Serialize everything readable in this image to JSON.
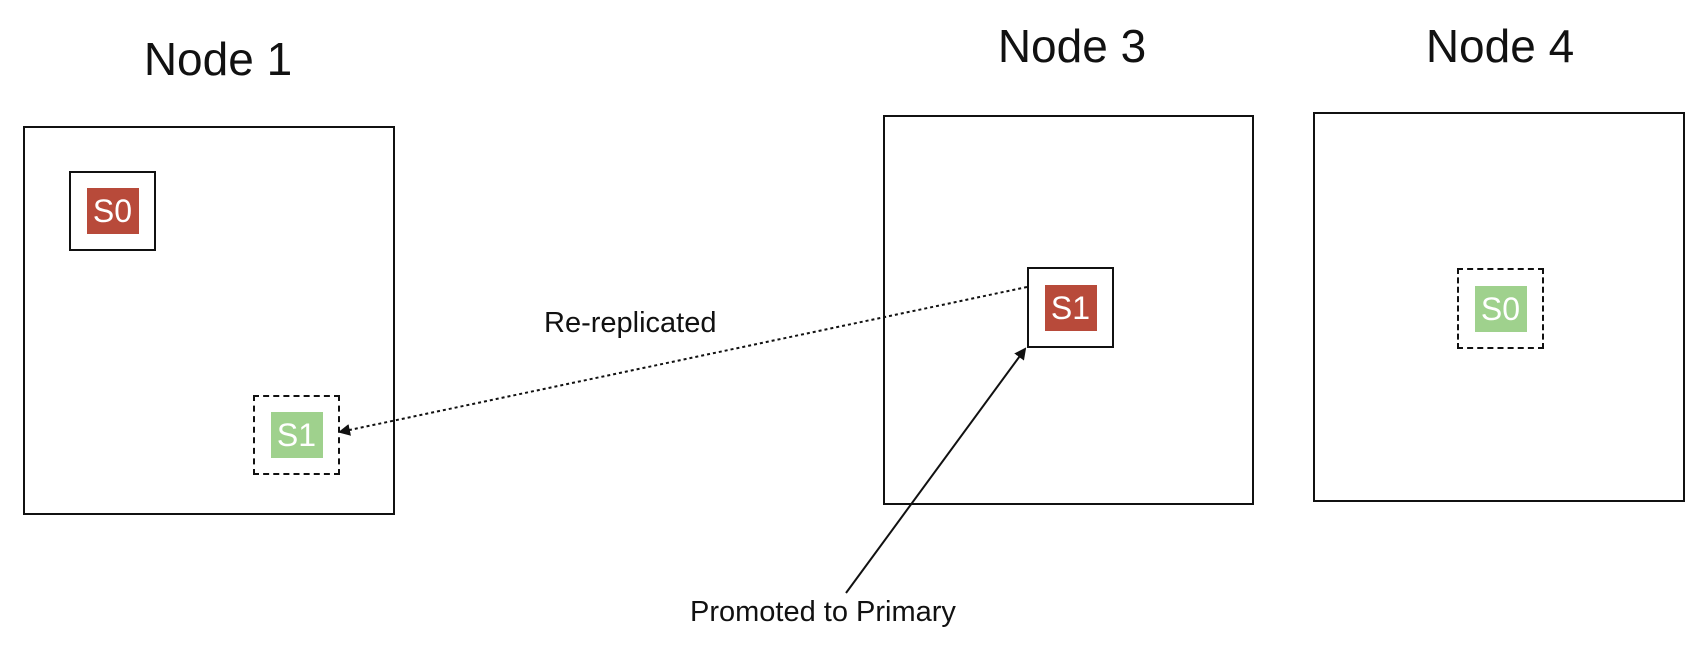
{
  "colors": {
    "primary_shard": "#b84a3a",
    "replica_shard": "#9fd18d",
    "line": "#111111"
  },
  "nodes": [
    {
      "title": "Node 1",
      "shards": [
        {
          "label": "S0",
          "role": "primary"
        },
        {
          "label": "S1",
          "role": "replica"
        }
      ]
    },
    {
      "title": "Node 3",
      "shards": [
        {
          "label": "S1",
          "role": "primary"
        }
      ]
    },
    {
      "title": "Node 4",
      "shards": [
        {
          "label": "S0",
          "role": "replica"
        }
      ]
    }
  ],
  "annotations": {
    "re_replicated": "Re-replicated",
    "promoted": "Promoted to Primary"
  }
}
